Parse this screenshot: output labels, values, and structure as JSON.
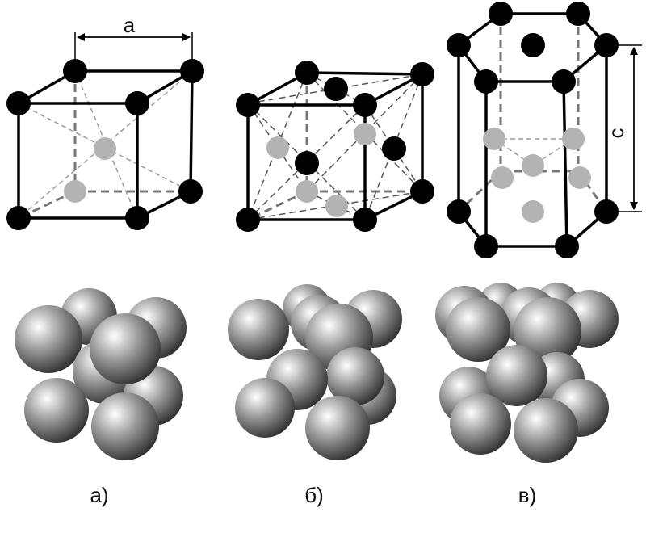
{
  "dimensions": {
    "a": "a",
    "c": "c"
  },
  "labels": {
    "bcc": "а)",
    "fcc": "б)",
    "hcp": "в)"
  },
  "colors": {
    "corner_atom": "#000000",
    "inner_atom": "#b3b3b3",
    "edge": "#000000",
    "sphere": "#8e8e8e"
  }
}
